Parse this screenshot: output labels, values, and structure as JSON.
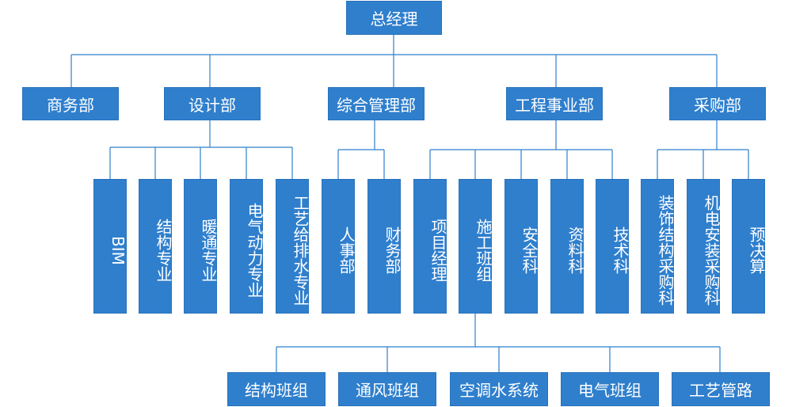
{
  "root": "总经理",
  "departments": [
    "商务部",
    "设计部",
    "综合管理部",
    "工程事业部",
    "采购部"
  ],
  "design_specialties": [
    "BIM",
    "结构专业",
    "暖通专业",
    "电气动力专业",
    "工艺给排水专业"
  ],
  "admin_units": [
    "人事部",
    "财务部"
  ],
  "engineering_units": [
    "项目经理",
    "施工班组",
    "安全科",
    "资料科",
    "技术科"
  ],
  "purchasing_units": [
    "装饰结构采购科",
    "机电安装采购科",
    "预决算"
  ],
  "construction_teams": [
    "结构班组",
    "通风班组",
    "空调水系统",
    "电气班组",
    "工艺管路"
  ],
  "colors": {
    "box": "#2f7fcd",
    "line": "#2f7fcd",
    "text": "#ffffff"
  }
}
